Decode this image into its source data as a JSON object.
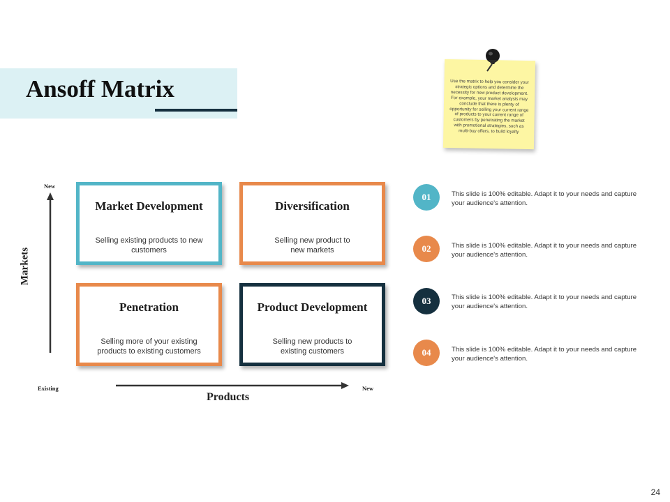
{
  "slide": {
    "title": "Ansoff Matrix",
    "page_number": "24",
    "colors": {
      "teal": "#52b5c7",
      "orange": "#e8894b",
      "navy": "#15303f",
      "title_band": "#dcf1f4",
      "note": "#fdf6a3"
    }
  },
  "note": {
    "text": "Use the matrix to help you consider your strategic options and determine the necessity for new product development. For example, your market analysis may conclude that there is plenty of opportunity for selling your current range of products to your current range of customers by penetrating the market with promotional strategies, such as multi-buy offers, to build loyalty",
    "icon": "pushpin-icon"
  },
  "axes": {
    "y_label": "Markets",
    "x_label": "Products",
    "y_top": "New",
    "origin": "Existing",
    "x_right": "New"
  },
  "quadrants": [
    {
      "title": "Market Development",
      "desc": "Selling existing products to new customers",
      "color": "teal"
    },
    {
      "title": "Diversification",
      "desc": "Selling new product to new markets",
      "color": "orange"
    },
    {
      "title": "Penetration",
      "desc": "Selling more of your existing products to existing customers",
      "color": "orange"
    },
    {
      "title": "Product Development",
      "desc": "Selling new products to existing customers",
      "color": "navy"
    }
  ],
  "items": [
    {
      "num": "01",
      "text": "This slide is 100% editable.  Adapt it to your needs and capture your audience's attention."
    },
    {
      "num": "02",
      "text": "This slide is 100% editable.  Adapt it to your needs and capture your audience's attention."
    },
    {
      "num": "03",
      "text": "This slide is 100% editable.  Adapt it to your needs and capture your audience's attention."
    },
    {
      "num": "04",
      "text": "This slide is 100% editable.  Adapt it to your needs and capture your audience's attention."
    }
  ]
}
